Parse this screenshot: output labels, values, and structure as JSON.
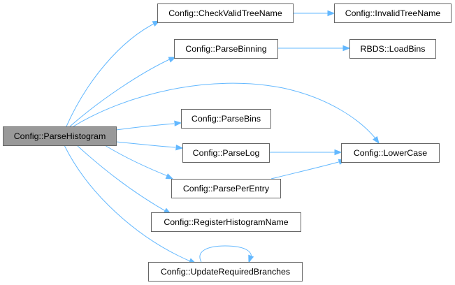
{
  "graph": {
    "nodes": [
      {
        "id": "parse_histogram",
        "label": "Config::ParseHistogram",
        "root": true
      },
      {
        "id": "check_valid_tree_name",
        "label": "Config::CheckValidTreeName"
      },
      {
        "id": "invalid_tree_name",
        "label": "Config::InvalidTreeName"
      },
      {
        "id": "parse_binning",
        "label": "Config::ParseBinning"
      },
      {
        "id": "rbds_load_bins",
        "label": "RBDS::LoadBins"
      },
      {
        "id": "parse_bins",
        "label": "Config::ParseBins"
      },
      {
        "id": "parse_log",
        "label": "Config::ParseLog"
      },
      {
        "id": "lower_case",
        "label": "Config::LowerCase"
      },
      {
        "id": "parse_per_entry",
        "label": "Config::ParsePerEntry"
      },
      {
        "id": "register_histogram_name",
        "label": "Config::RegisterHistogramName"
      },
      {
        "id": "update_required_branches",
        "label": "Config::UpdateRequiredBranches"
      }
    ],
    "edges": [
      {
        "from": "parse_histogram",
        "to": "check_valid_tree_name"
      },
      {
        "from": "check_valid_tree_name",
        "to": "invalid_tree_name"
      },
      {
        "from": "parse_histogram",
        "to": "parse_binning"
      },
      {
        "from": "parse_binning",
        "to": "rbds_load_bins"
      },
      {
        "from": "parse_histogram",
        "to": "lower_case"
      },
      {
        "from": "parse_histogram",
        "to": "parse_bins"
      },
      {
        "from": "parse_histogram",
        "to": "parse_log"
      },
      {
        "from": "parse_log",
        "to": "lower_case"
      },
      {
        "from": "parse_histogram",
        "to": "parse_per_entry"
      },
      {
        "from": "parse_per_entry",
        "to": "lower_case"
      },
      {
        "from": "parse_histogram",
        "to": "register_histogram_name"
      },
      {
        "from": "parse_histogram",
        "to": "update_required_branches"
      },
      {
        "from": "update_required_branches",
        "to": "update_required_branches"
      }
    ],
    "colors": {
      "edge": "#63b8ff",
      "node_border": "#666666",
      "root_fill": "#999999",
      "node_fill": "#ffffff"
    }
  }
}
